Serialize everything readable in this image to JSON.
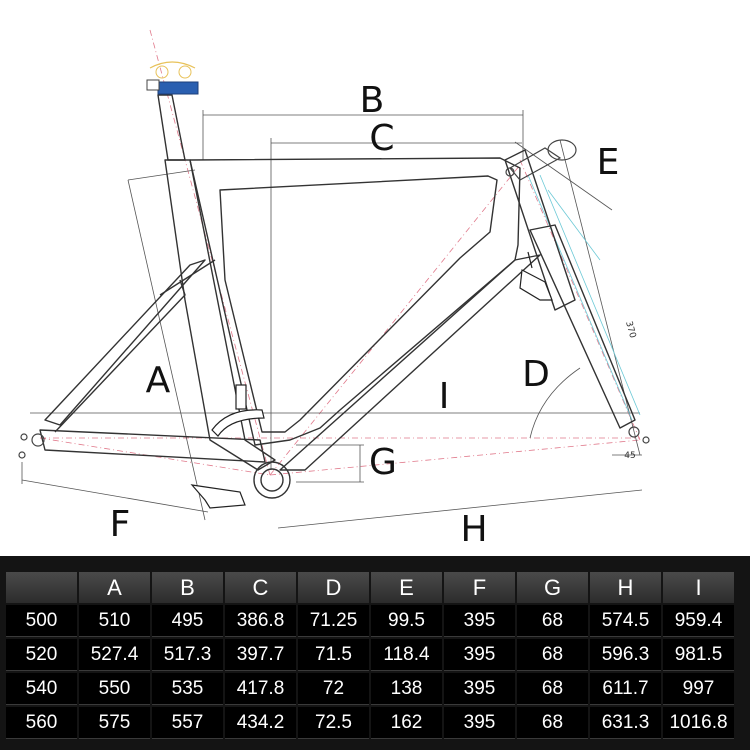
{
  "diagram": {
    "dimension_letters": {
      "A": "A",
      "B": "B",
      "C": "C",
      "D": "D",
      "E": "E",
      "F": "F",
      "G": "G",
      "H": "H",
      "I": "I"
    },
    "small_labels": {
      "fork_length": "370",
      "fork_offset": "45"
    }
  },
  "table": {
    "headers": [
      "",
      "A",
      "B",
      "C",
      "D",
      "E",
      "F",
      "G",
      "H",
      "I"
    ],
    "rows": [
      [
        "500",
        "510",
        "495",
        "386.8",
        "71.25",
        "99.5",
        "395",
        "68",
        "574.5",
        "959.4"
      ],
      [
        "520",
        "527.4",
        "517.3",
        "397.7",
        "71.5",
        "118.4",
        "395",
        "68",
        "596.3",
        "981.5"
      ],
      [
        "540",
        "550",
        "535",
        "417.8",
        "72",
        "138",
        "395",
        "68",
        "611.7",
        "997"
      ],
      [
        "560",
        "575",
        "557",
        "434.2",
        "72.5",
        "162",
        "395",
        "68",
        "631.3",
        "1016.8"
      ]
    ]
  }
}
